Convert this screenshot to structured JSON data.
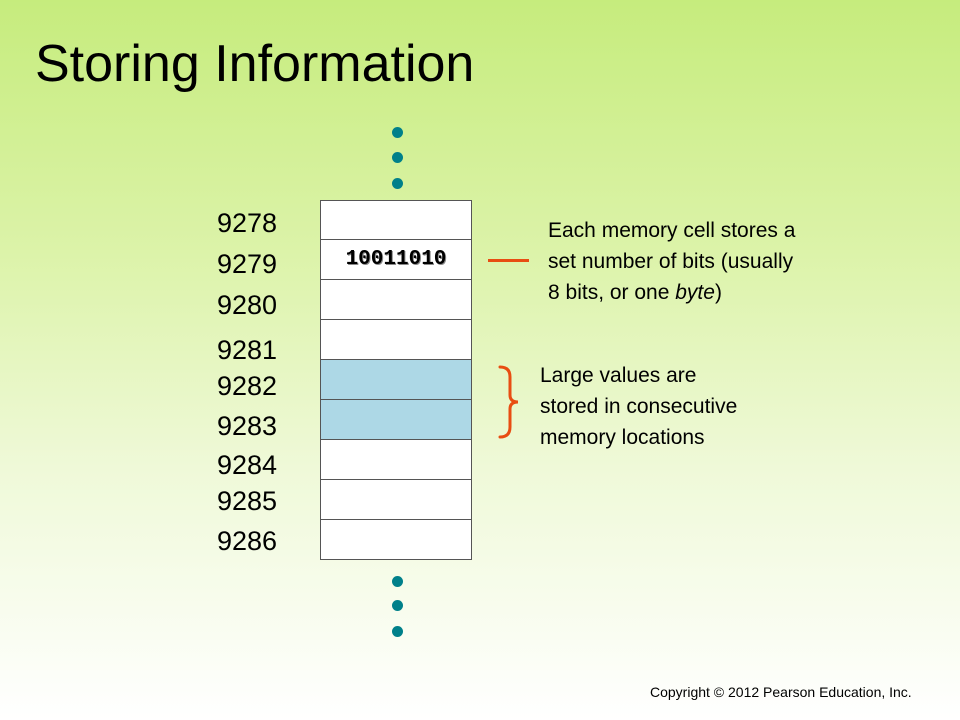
{
  "title": "Storing Information",
  "memory": {
    "addresses": [
      "9278",
      "9279",
      "9280",
      "9281",
      "9282",
      "9283",
      "9284",
      "9285",
      "9286"
    ],
    "cells": [
      "",
      "10011010",
      "",
      "",
      "",
      "",
      "",
      "",
      ""
    ],
    "highlighted_cells": [
      4,
      5
    ],
    "cell_fill_color": "#add8e6"
  },
  "notes": {
    "byte_note": {
      "line1": "Each memory cell stores a",
      "line2": "set number of bits (usually",
      "line3_prefix": "8 bits, or one ",
      "line3_emphasis": "byte",
      "line3_suffix": ")"
    },
    "large_values_note": {
      "line1": "Large values are",
      "line2": "stored in consecutive",
      "line3": "memory locations"
    }
  },
  "colors": {
    "accent": "#e84d12",
    "ellipsis_dot": "#00808a"
  },
  "footer": {
    "copyright": "Copyright © 2012 Pearson Education, Inc."
  }
}
